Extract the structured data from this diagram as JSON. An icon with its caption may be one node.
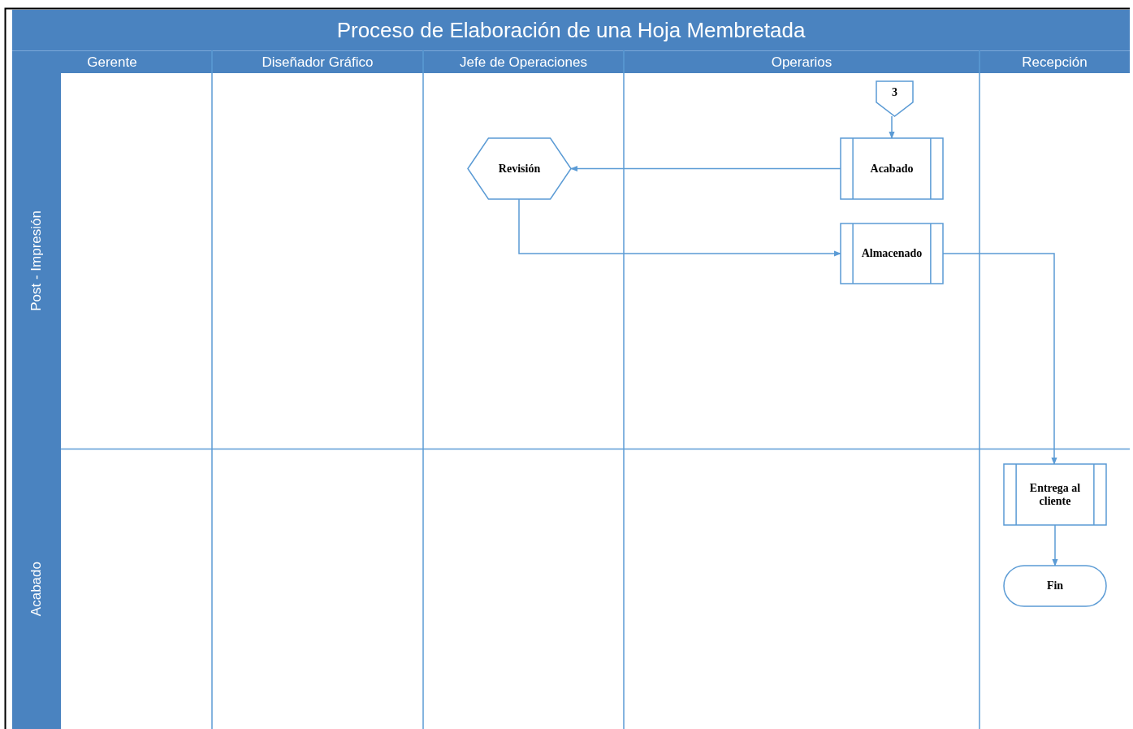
{
  "diagram": {
    "title": "Proceso de Elaboración de una Hoja Membretada",
    "nodes": [
      {
        "text": [
          "Gerente"
        ]
      },
      {
        "text": [
          "Diseñador Gráfico"
        ]
      },
      {
        "text": [
          "Jefe de Operaciones"
        ]
      },
      {
        "text": [
          "Operarios"
        ]
      },
      {
        "text": [
          "Recepción"
        ]
      },
      {
        "text": [
          "Post - Impresión"
        ]
      },
      {
        "text": [
          "Acabado"
        ]
      },
      {
        "text": [
          "3"
        ]
      },
      {
        "text": [
          "Revisión"
        ]
      },
      {
        "text": [
          "Acabado"
        ]
      },
      {
        "text": [
          "Almacenado"
        ]
      },
      {
        "text": [
          "Entrega al cliente"
        ]
      },
      {
        "text": [
          "Fin"
        ]
      }
    ],
    "edges": [
      {
        "from": 7,
        "to": 9,
        "arrow": "to"
      },
      {
        "from": 9,
        "to": 8,
        "arrow": "to"
      },
      {
        "from": 8,
        "to": 10,
        "arrow": "to"
      },
      {
        "from": 10,
        "to": 11,
        "arrow": "to"
      },
      {
        "from": 11,
        "to": 12,
        "arrow": "to"
      }
    ]
  }
}
